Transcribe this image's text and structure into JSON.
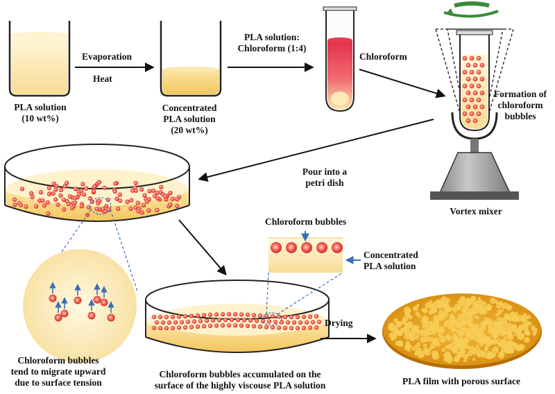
{
  "labels": {
    "pla_solution": "PLA solution",
    "pla_conc_10": "(10 wt%)",
    "evaporation": "Evaporation",
    "heat": "Heat",
    "concentrated": "Concentrated",
    "pla_solution_2": "PLA solution",
    "pla_conc_20": "(20 wt%)",
    "pla_solution_ratio_1": "PLA solution:",
    "pla_solution_ratio_2": "Chloroform (1:4)",
    "chloroform": "Chloroform",
    "formation_1": "Formation of",
    "formation_2": "chloroform",
    "formation_3": "bubbles",
    "vortex_mixer": "Vortex mixer",
    "pour_1": "Pour into a",
    "pour_2": "petri dish",
    "chloroform_bubbles": "Chloroform bubbles",
    "concentrated_2": "Concentrated",
    "pla_solution_3": "PLA solution",
    "migrate_1": "Chloroform bubbles",
    "migrate_2": "tend to migrate upward",
    "migrate_3": "due to surface tension",
    "drying": "Drying",
    "accumulated_1": "Chloroform bubbles accumulated on the",
    "accumulated_2": "surface of the highly viscouse PLA solution",
    "film": "PLA film with porous surface"
  },
  "colors": {
    "solution_light": "#fdf1c8",
    "solution_deep": "#f6d27a",
    "bubble_red": "#e8302a",
    "tube_red": "#e2304a",
    "film": "#e8a21c",
    "mixer_gray": "#a7a7a7",
    "migrate_arrow": "#3c6fb5"
  }
}
